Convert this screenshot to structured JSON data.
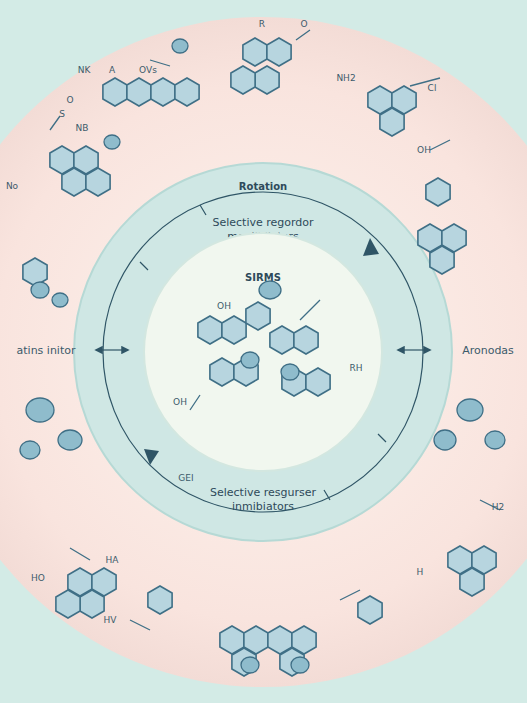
{
  "diagram": {
    "nodes": [
      {
        "text": [
          "Rotation",
          "Selective regordor meulibilators",
          "Selective resgurser inmibiators"
        ]
      },
      {
        "text": [
          "SIRMS"
        ],
        "in": 0
      }
    ],
    "labels": [
      "atins initor",
      "Aronodas",
      "NK",
      "A",
      "OVs",
      "O",
      "S",
      "NB",
      "R",
      "O",
      "NH2",
      "Cl",
      "OH",
      "OH",
      "RH",
      "OH",
      "HO",
      "H2",
      "H",
      "No",
      "GEI",
      "HA",
      "HV"
    ]
  }
}
